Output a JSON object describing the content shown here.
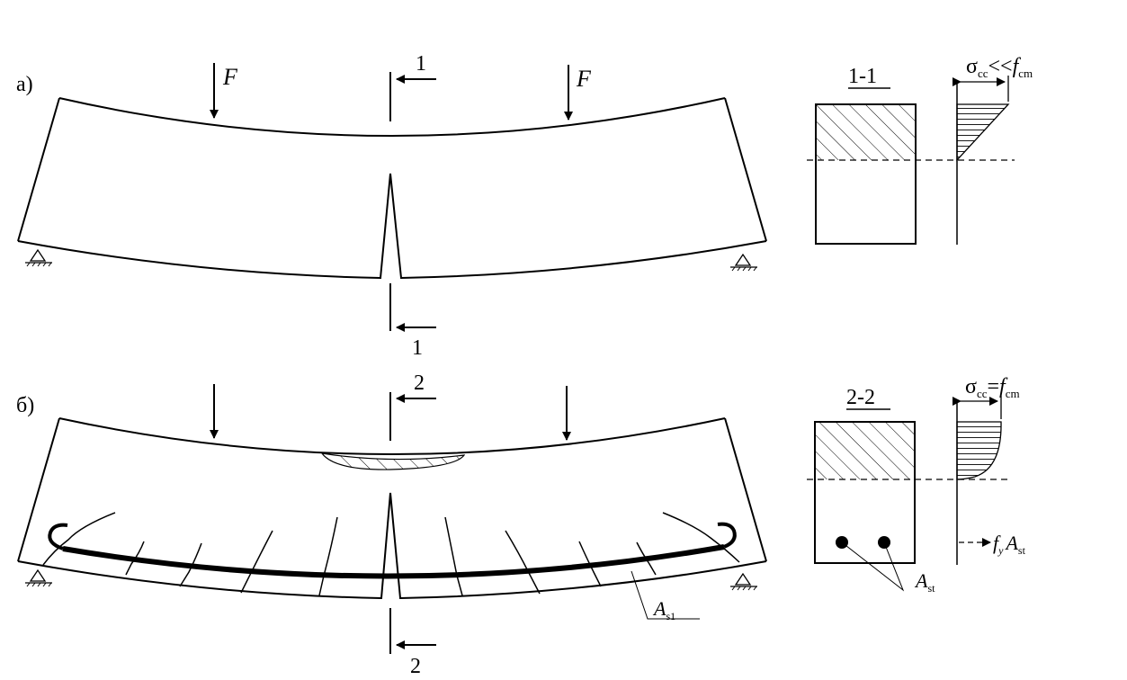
{
  "panel_a": {
    "label": "а)",
    "load_label": "F",
    "section_label": "1",
    "section_title": "1-1",
    "stress": {
      "symbol": "σ",
      "sub": "cc",
      "relation": "<<",
      "f": "f",
      "f_sub": "cm"
    }
  },
  "panel_b": {
    "label": "б)",
    "section_label": "2",
    "section_title": "2-2",
    "stress": {
      "symbol": "σ",
      "sub": "cc",
      "relation": "=",
      "f": "f",
      "f_sub": "cm"
    },
    "force": {
      "f": "f",
      "f_sub": "y",
      "a": "A",
      "a_sub": "st"
    },
    "bar_label": {
      "a": "A",
      "a_sub": "st"
    },
    "beam_bar_label": {
      "a": "A",
      "a_sub": "s1"
    }
  }
}
